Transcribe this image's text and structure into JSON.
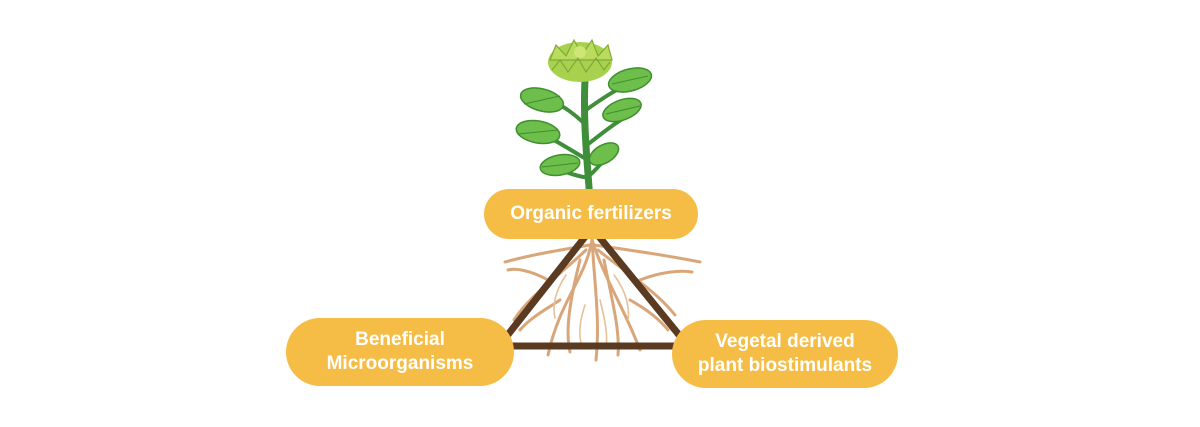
{
  "colors": {
    "pill": "#F6BD46",
    "triangle": "#5A3B22",
    "stem": "#3E8E3A",
    "leaf": "#6DBE4B",
    "leaf_dark": "#3F8F2F",
    "flower": "#B9DC5C",
    "root": "#D9A679"
  },
  "nodes": {
    "top": {
      "lines": [
        "Organic fertilizers"
      ]
    },
    "left": {
      "lines": [
        "Beneficial",
        "Microorganisms"
      ]
    },
    "right": {
      "lines": [
        "Vegetal derived",
        "plant biostimulants"
      ]
    }
  },
  "icons": [
    "plant-illustration",
    "root-system-illustration"
  ]
}
